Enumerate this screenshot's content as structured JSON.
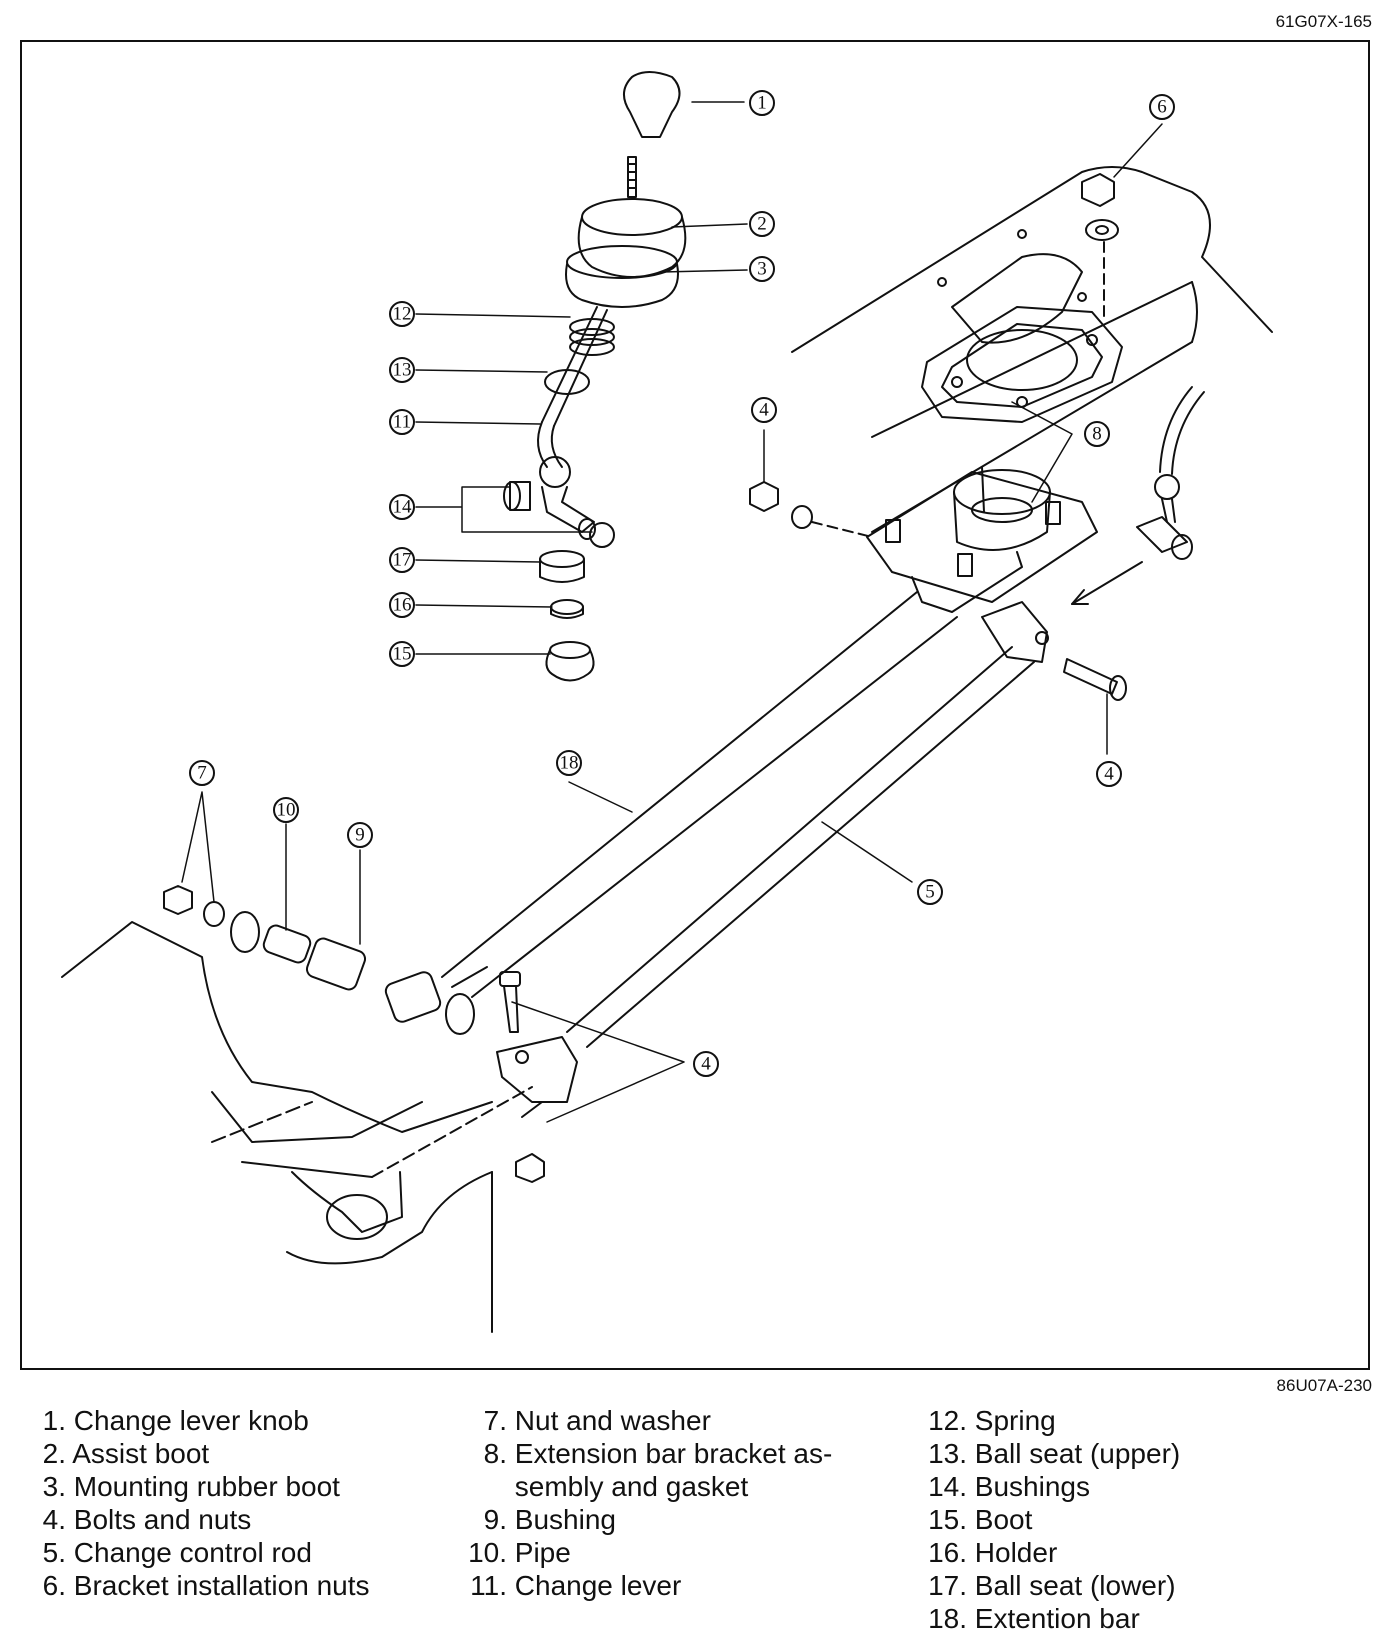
{
  "figure_code_top": "61G07X-165",
  "figure_code_bottom": "86U07A-230",
  "callouts": [
    "1",
    "2",
    "3",
    "4",
    "5",
    "6",
    "7",
    "8",
    "9",
    "10",
    "11",
    "12",
    "13",
    "14",
    "15",
    "16",
    "17",
    "18"
  ],
  "legend": {
    "col1": [
      {
        "num": "1.",
        "text": "Change lever knob"
      },
      {
        "num": "2.",
        "text": "Assist boot"
      },
      {
        "num": "3.",
        "text": "Mounting rubber boot"
      },
      {
        "num": "4.",
        "text": "Bolts and nuts"
      },
      {
        "num": "5.",
        "text": "Change control rod"
      },
      {
        "num": "6.",
        "text": "Bracket installation nuts"
      }
    ],
    "col2": [
      {
        "num": "7.",
        "text": "Nut and washer"
      },
      {
        "num": "8.",
        "text": "Extension bar bracket as-"
      },
      {
        "num": "",
        "text": "sembly and gasket"
      },
      {
        "num": "9.",
        "text": "Bushing"
      },
      {
        "num": "10.",
        "text": "Pipe"
      },
      {
        "num": "11.",
        "text": "Change lever"
      }
    ],
    "col3": [
      {
        "num": "12.",
        "text": "Spring"
      },
      {
        "num": "13.",
        "text": "Ball seat (upper)"
      },
      {
        "num": "14.",
        "text": "Bushings"
      },
      {
        "num": "15.",
        "text": "Boot"
      },
      {
        "num": "16.",
        "text": "Holder"
      },
      {
        "num": "17.",
        "text": "Ball seat (lower)"
      },
      {
        "num": "18.",
        "text": "Extention bar"
      }
    ]
  }
}
